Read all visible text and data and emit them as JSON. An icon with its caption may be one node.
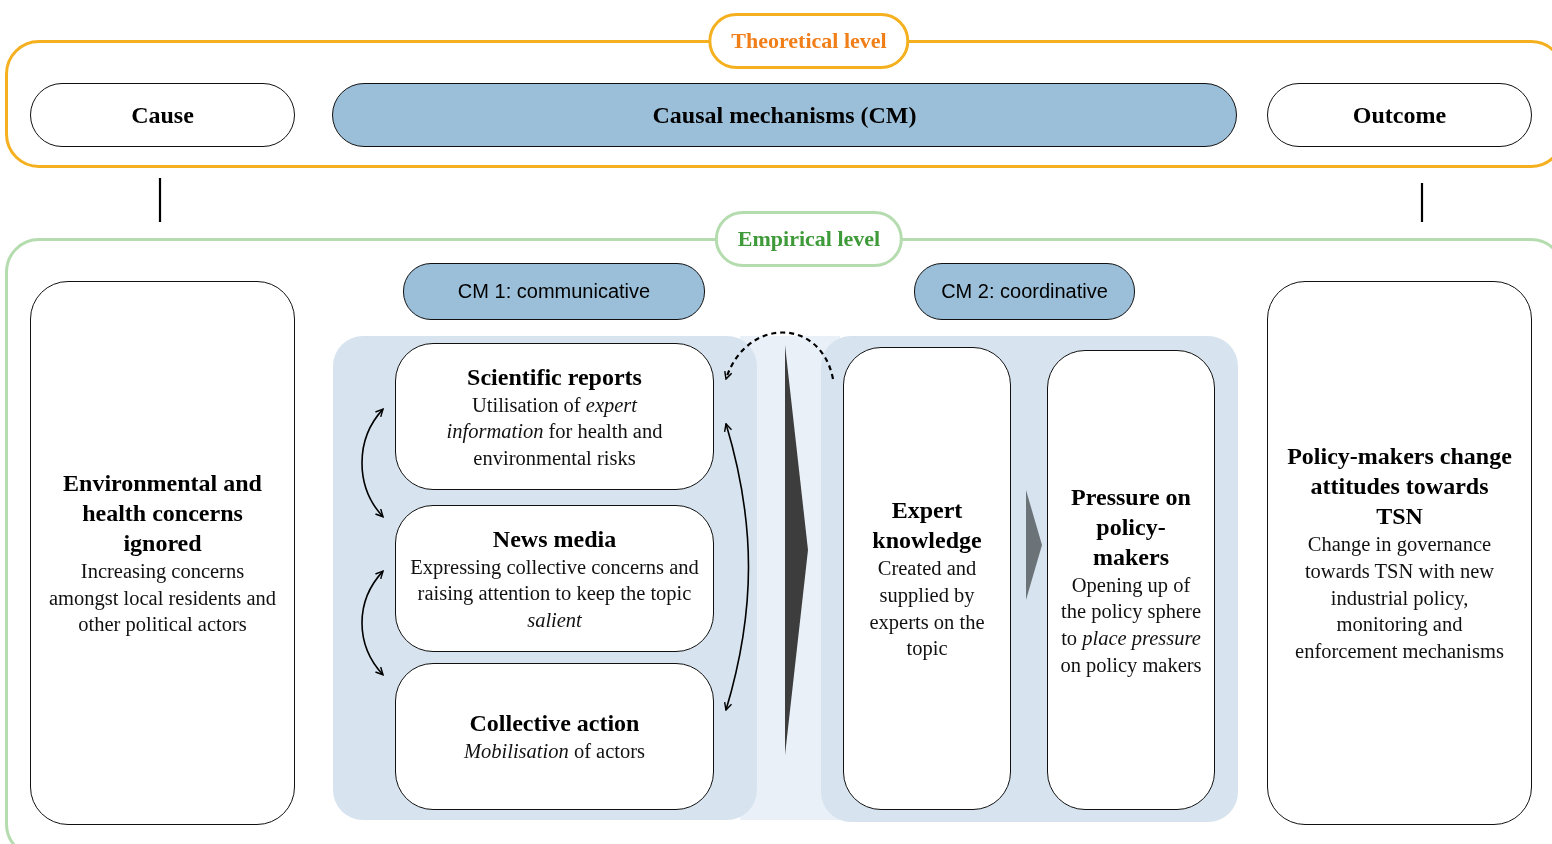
{
  "diagram": {
    "nodes": [
      {
        "text": [
          "Theoretical level"
        ]
      },
      {
        "text": [
          "Cause"
        ],
        "in": 0
      },
      {
        "text": [
          "Causal mechanisms (CM)"
        ],
        "in": 0
      },
      {
        "text": [
          "Outcome"
        ],
        "in": 0
      },
      {
        "text": [
          "Empirical level"
        ]
      },
      {
        "text": [
          "Environmental and health concerns ignored",
          "Increasing concerns amongst local residents and other political actors"
        ],
        "in": 4
      },
      {
        "text": [
          "CM 1: communicative"
        ],
        "in": 4
      },
      {
        "text": [],
        "shape": "box",
        "in": 4
      },
      {
        "text": [
          "Scientific reports",
          "Utilisation of *expert information* for health and environmental risks"
        ],
        "in": 7
      },
      {
        "text": [
          "News media",
          "Expressing collective concerns and raising attention to keep the topic *salient*"
        ],
        "in": 7
      },
      {
        "text": [
          "Collective action",
          "*Mobilisation* of actors"
        ],
        "in": 7
      },
      {
        "text": [
          "CM 2: coordinative"
        ],
        "in": 4
      },
      {
        "text": [],
        "shape": "box",
        "in": 4
      },
      {
        "text": [
          "Expert knowledge",
          "Created and supplied by experts on the topic"
        ],
        "in": 12
      },
      {
        "text": [
          "Pressure on policy-makers",
          "Opening up of the policy sphere to *place pressure* on policy makers"
        ],
        "in": 12
      },
      {
        "text": [
          "Policy-makers change attitudes towards TSN",
          "Change in governance towards TSN with new industrial policy, monitoring and enforcement mechanisms"
        ],
        "in": 4
      }
    ],
    "edges": [
      {
        "from": 0,
        "to": 4,
        "arrow": "none"
      },
      {
        "from": 0,
        "to": 4,
        "arrow": "none"
      },
      {
        "from": 8,
        "to": 9,
        "arrow": "both"
      },
      {
        "from": 9,
        "to": 10,
        "arrow": "both"
      },
      {
        "from": 8,
        "to": 10,
        "arrow": "both"
      },
      {
        "from": 13,
        "to": 8,
        "arrow": "to",
        "style": "dashed"
      },
      {
        "from": 7,
        "to": 12,
        "arrow": "to",
        "style": "thick",
        "color": "#3d3d3d"
      },
      {
        "from": 13,
        "to": 14,
        "arrow": "to",
        "style": "thick",
        "color": "#6c7378"
      }
    ]
  }
}
